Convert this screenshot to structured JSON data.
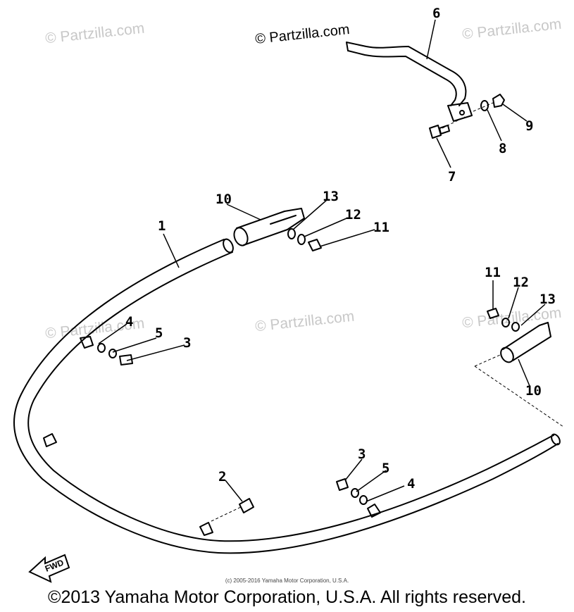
{
  "watermark": "© Partzilla.com",
  "brand_mark": "© Partzilla.com",
  "callouts": {
    "c1": "1",
    "c2": "2",
    "c3a": "3",
    "c4a": "4",
    "c5a": "5",
    "c3b": "3",
    "c4b": "4",
    "c5b": "5",
    "c6": "6",
    "c7": "7",
    "c8": "8",
    "c9": "9",
    "c10a": "10",
    "c10b": "10",
    "c11a": "11",
    "c11b": "11",
    "c12a": "12",
    "c12b": "12",
    "c13a": "13",
    "c13b": "13"
  },
  "fwd_label": "FWD",
  "small_copyright": "(c) 2005-2016 Yamaha Motor Corporation, U.S.A.",
  "copyright": "©2013 Yamaha Motor Corporation, U.S.A. All rights reserved."
}
